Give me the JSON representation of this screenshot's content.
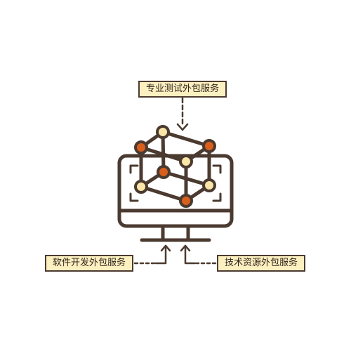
{
  "labels": {
    "top": "专业测试外包服务",
    "left": "软件开发外包服务",
    "right": "技术资源外包服务"
  },
  "colors": {
    "outline": "#4b3a30",
    "label_fill": "#fdf0c0",
    "node_orange": "#d95f1c",
    "node_cream": "#fbe6a8",
    "background": "#ffffff"
  },
  "icons": {
    "monitor": "monitor-icon",
    "molecule": "molecule-cube-icon"
  }
}
